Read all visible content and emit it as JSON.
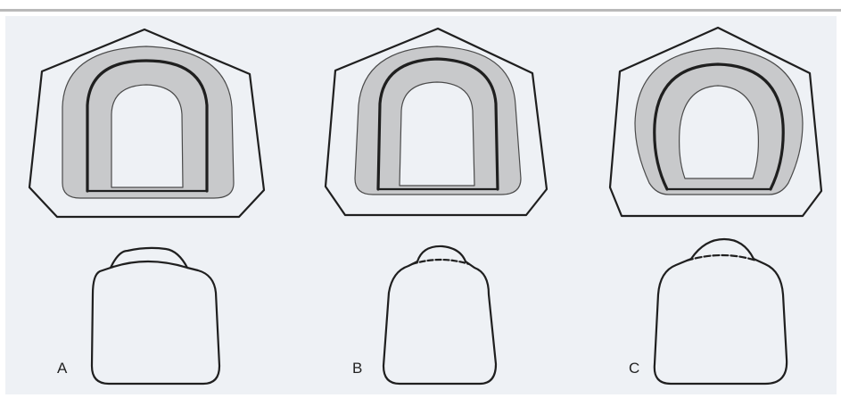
{
  "panels": [
    {
      "id": "A",
      "label": "A"
    },
    {
      "id": "B",
      "label": "B"
    },
    {
      "id": "C",
      "label": "C"
    }
  ],
  "colors": {
    "background": "#eef1f5",
    "outline": "#1f1f1f",
    "tray_fill": "#c8c9cb",
    "top_rule": "#b9b9b9"
  }
}
